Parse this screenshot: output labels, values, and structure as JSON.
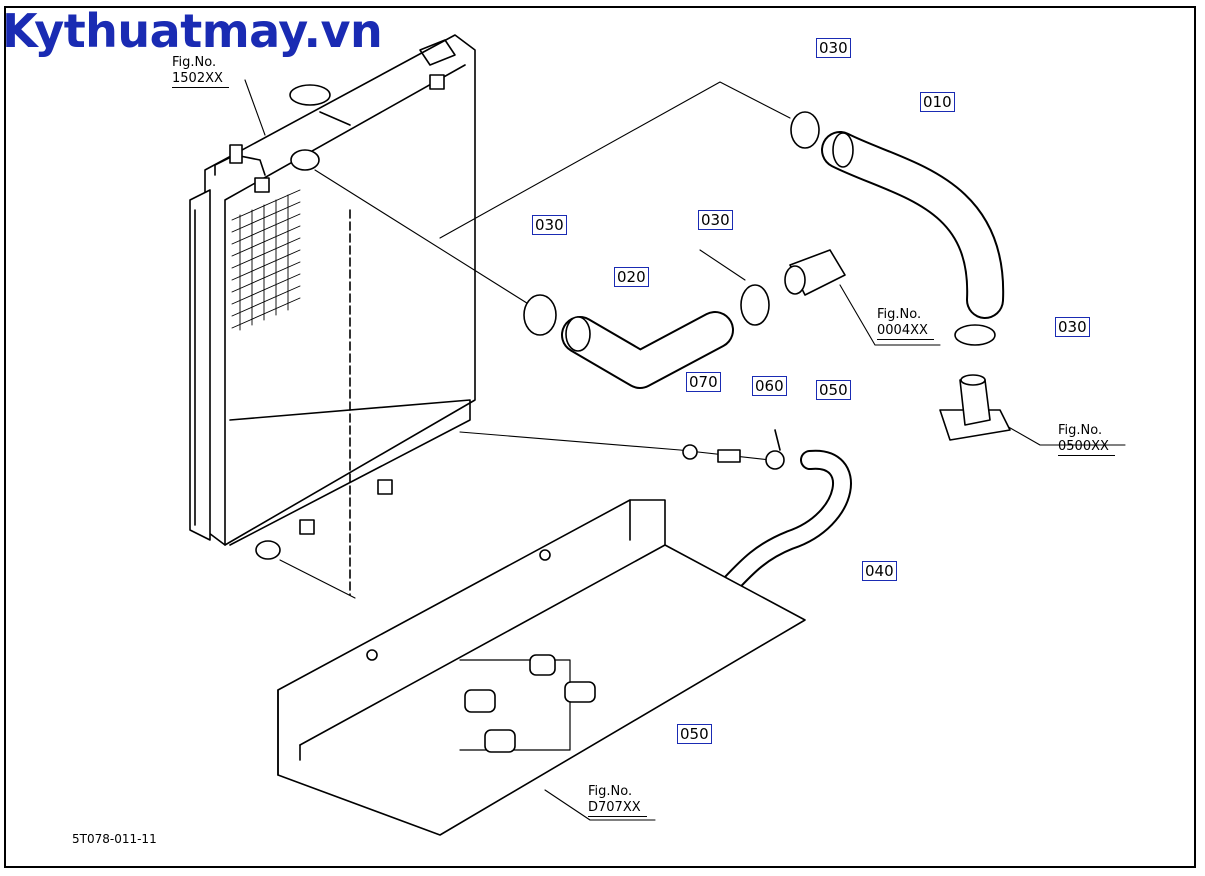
{
  "watermark": "Kythuatmay.vn",
  "part_refs": {
    "r010": "010",
    "r020": "020",
    "r030_a": "030",
    "r030_b": "030",
    "r030_c": "030",
    "r030_d": "030",
    "r040": "040",
    "r050_a": "050",
    "r050_b": "050",
    "r060": "060",
    "r070": "070"
  },
  "fig_refs": {
    "f1502": {
      "label": "Fig.No.",
      "number": "1502XX"
    },
    "f0004": {
      "label": "Fig.No.",
      "number": "0004XX"
    },
    "f0500": {
      "label": "Fig.No.",
      "number": "0500XX"
    },
    "fD707": {
      "label": "Fig.No.",
      "number": "D707XX"
    }
  },
  "drawing_code": "5T078-011-11",
  "colors": {
    "ref_border": "#1a2bb3",
    "watermark": "#1a2bb3",
    "line": "#000000"
  }
}
